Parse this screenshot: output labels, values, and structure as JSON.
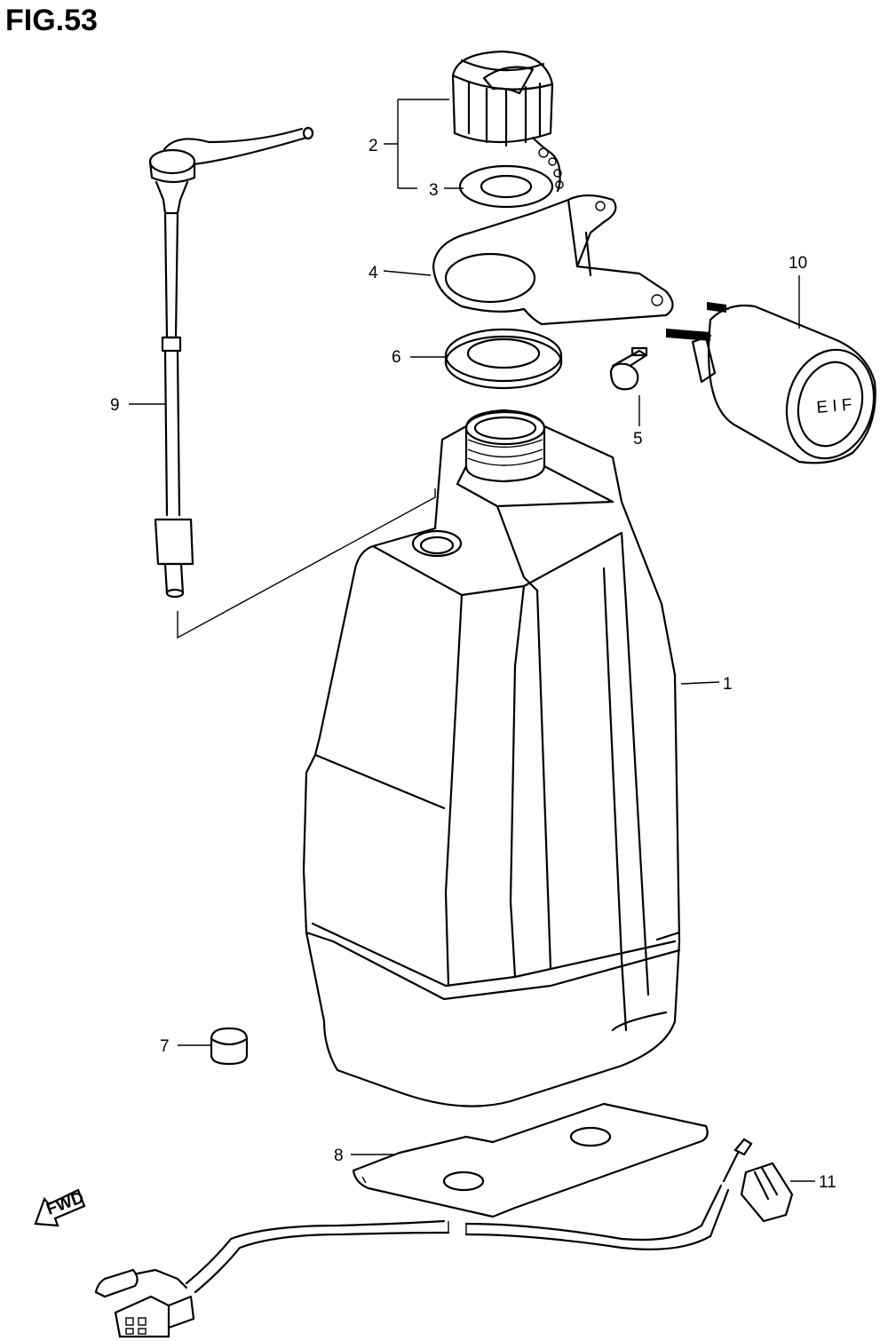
{
  "figure": {
    "title": "FIG.53"
  },
  "callouts": [
    {
      "id": "1",
      "label": "1"
    },
    {
      "id": "2",
      "label": "2"
    },
    {
      "id": "3",
      "label": "3"
    },
    {
      "id": "4",
      "label": "4"
    },
    {
      "id": "5",
      "label": "5"
    },
    {
      "id": "6",
      "label": "6"
    },
    {
      "id": "7",
      "label": "7"
    },
    {
      "id": "8",
      "label": "8"
    },
    {
      "id": "9",
      "label": "9"
    },
    {
      "id": "10",
      "label": "10"
    },
    {
      "id": "11",
      "label": "11"
    }
  ],
  "fwd_arrow": {
    "label": "FWD"
  },
  "gauge_face": {
    "label": "E I F"
  }
}
